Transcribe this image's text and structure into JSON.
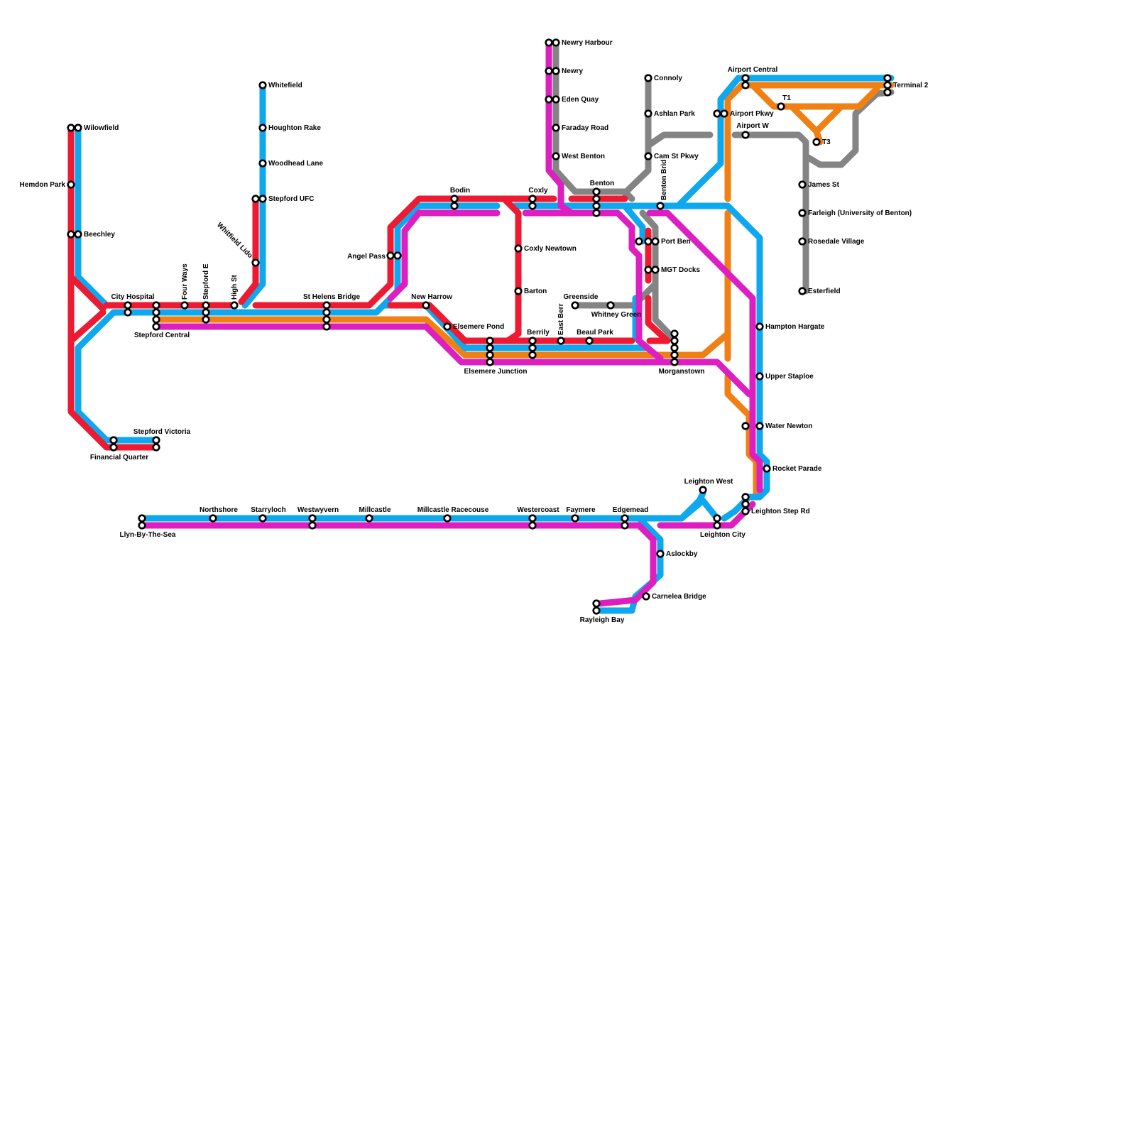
{
  "colors": {
    "background": "#ffffff",
    "red": "#ee1a31",
    "blue": "#0ea8ee",
    "magenta": "#dd1ec1",
    "orange": "#f07f14",
    "grey": "#848484",
    "station_fill": "#ffffff",
    "station_stroke": "#000000"
  },
  "stations": {
    "wilowfield": "Wilowfield",
    "hemdon_park": "Hemdon Park",
    "beechley": "Beechley",
    "city_hospital": "City Hospital",
    "four_ways": "Four Ways",
    "stepford_e": "Stepford E",
    "high_st": "High St",
    "stepford_central": "Stepford Central",
    "stepford_victoria": "Stepford Victoria",
    "financial_quarter": "Financial Quarter",
    "whitefield": "Whitefield",
    "houghton_rake": "Houghton Rake",
    "woodhead_lane": "Woodhead Lane",
    "stepford_ufc": "Stepford UFC",
    "whitfield_lido": "Whitfield Lido",
    "st_helens_bridge": "St Helens Bridge",
    "angel_pass": "Angel Pass",
    "bodin": "Bodin",
    "new_harrow": "New Harrow",
    "elsemere_pond": "Elsemere Pond",
    "elsemere_junction": "Elsemere Junction",
    "coxly": "Coxly",
    "coxly_newtown": "Coxly Newtown",
    "barton": "Barton",
    "berrily": "Berrily",
    "east_berr": "East Berr",
    "beaul_park": "Beaul Park",
    "greenside": "Greenside",
    "whitney_green": "Whitney Green",
    "newry_harbour": "Newry Harbour",
    "newry": "Newry",
    "eden_quay": "Eden Quay",
    "faraday_road": "Faraday Road",
    "west_benton": "West Benton",
    "benton": "Benton",
    "benton_brid": "Benton Brid",
    "connoly": "Connoly",
    "ashlan_park": "Ashlan Park",
    "cam_st_pkwy": "Cam St Pkwy",
    "port_ben": "Port Ben",
    "mgt_docks": "MGT Docks",
    "morganstown": "Morganstown",
    "airport_central": "Airport Central",
    "airport_pkwy": "Airport Pkwy",
    "airport_w": "Airport W",
    "t1": "T1",
    "t3": "T3",
    "terminal_2": "Terminal 2",
    "james_st": "James St",
    "farleigh": "Farleigh (University of Benton)",
    "rosedale_village": "Rosedale Village",
    "esterfield": "Esterfield",
    "hampton_hargate": "Hampton Hargate",
    "upper_staploe": "Upper Staploe",
    "water_newton": "Water Newton",
    "rocket_parade": "Rocket Parade",
    "leighton_west": "Leighton West",
    "leighton_step_rd": "Leighton Step Rd",
    "leighton_city": "Leighton City",
    "llyn_by_the_sea": "Llyn-By-The-Sea",
    "northshore": "Northshore",
    "starryloch": "Starryloch",
    "westwyvern": "Westwyvern",
    "millcastle": "Millcastle",
    "millcastle_racecourse": "Millcastle Racecouse",
    "westercoast": "Westercoast",
    "faymere": "Faymere",
    "edgemead": "Edgemead",
    "aslockby": "Aslockby",
    "carnelea_bridge": "Carnelea Bridge",
    "rayleigh_bay": "Rayleigh Bay"
  }
}
